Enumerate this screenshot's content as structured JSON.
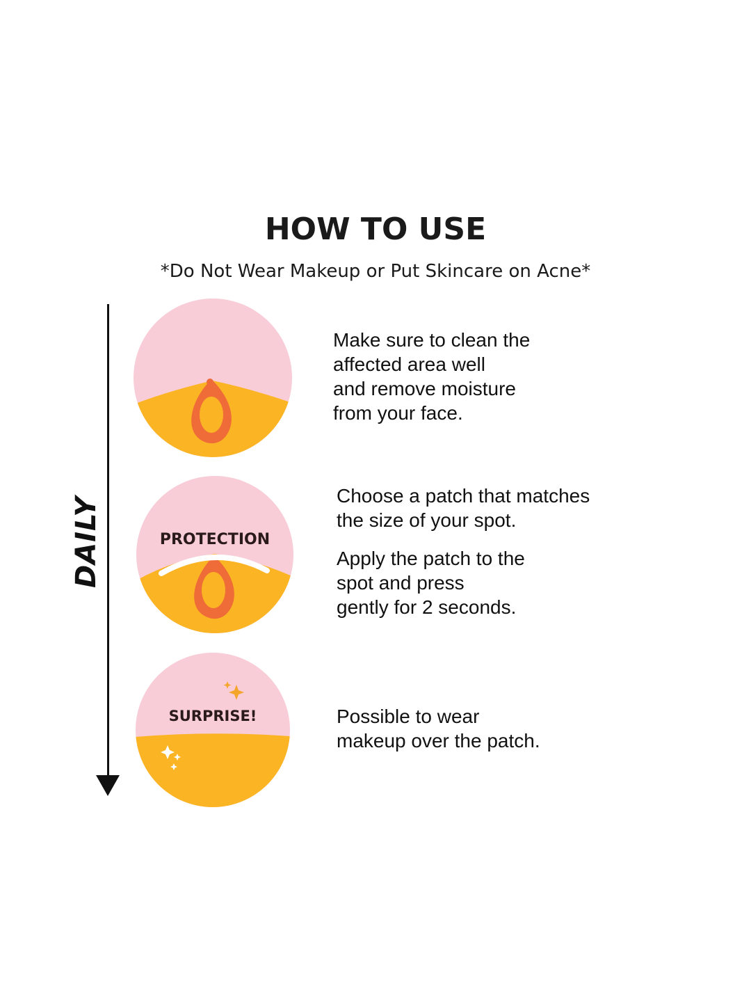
{
  "title": "HOW TO USE",
  "subtitle": "*Do Not Wear Makeup or Put Skincare on Acne*",
  "timeline_label": "DAILY",
  "colors": {
    "pink": "#f8cdd8",
    "yellow": "#fbb424",
    "orange": "#ef6b38",
    "text": "#111111",
    "sparkle": "#f4a62a"
  },
  "steps": [
    {
      "icon": "pimple-icon",
      "badge": "",
      "paragraphs": [
        [
          "Make sure to clean the",
          "affected area well",
          "and remove moisture",
          "from your face."
        ]
      ]
    },
    {
      "icon": "patch-protection-icon",
      "badge": "PROTECTION",
      "paragraphs": [
        [
          "Choose a patch that matches",
          "the size of your spot."
        ],
        [
          "Apply the patch to the",
          "spot and press",
          "gently for 2 seconds."
        ]
      ]
    },
    {
      "icon": "sparkle-surprise-icon",
      "badge": "SURPRISE!",
      "paragraphs": [
        [
          "Possible to wear",
          "makeup over the patch."
        ]
      ]
    }
  ]
}
